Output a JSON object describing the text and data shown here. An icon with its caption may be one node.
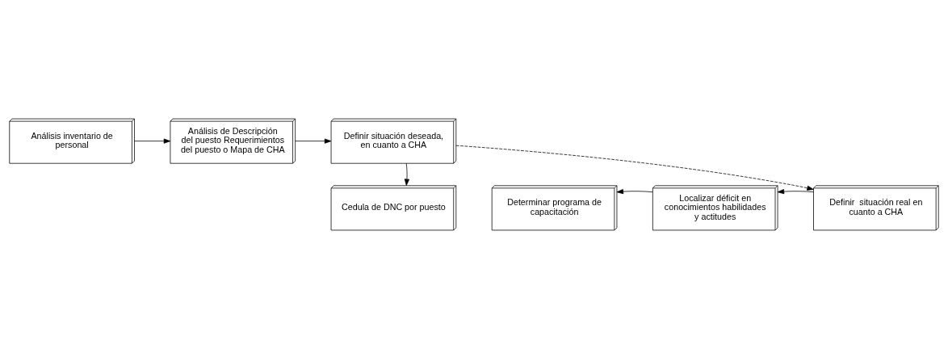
{
  "diagram": {
    "nodes": [
      {
        "text": [
          "Análisis inventario de personal"
        ]
      },
      {
        "text": [
          "Análisis de Descripción del puesto Requerimientos del puesto o Mapa de CHA"
        ]
      },
      {
        "text": [
          "Definir situación deseada, en cuanto a CHA"
        ]
      },
      {
        "text": [
          "Cedula de DNC por puesto"
        ]
      },
      {
        "text": [
          "Determinar programa de capacitación"
        ]
      },
      {
        "text": [
          "Localizar déficit en conocimientos habilidades y actitudes"
        ]
      },
      {
        "text": [
          "Definir  situación real en cuanto a CHA"
        ]
      }
    ],
    "edges": [
      {
        "from": 0,
        "to": 1,
        "arrow": "to"
      },
      {
        "from": 1,
        "to": 2,
        "arrow": "to"
      },
      {
        "from": 2,
        "to": 3,
        "arrow": "to"
      },
      {
        "from": 2,
        "to": 6,
        "arrow": "to",
        "style": "dashed"
      },
      {
        "from": 6,
        "to": 5,
        "arrow": "to"
      },
      {
        "from": 5,
        "to": 4,
        "arrow": "to"
      }
    ]
  }
}
